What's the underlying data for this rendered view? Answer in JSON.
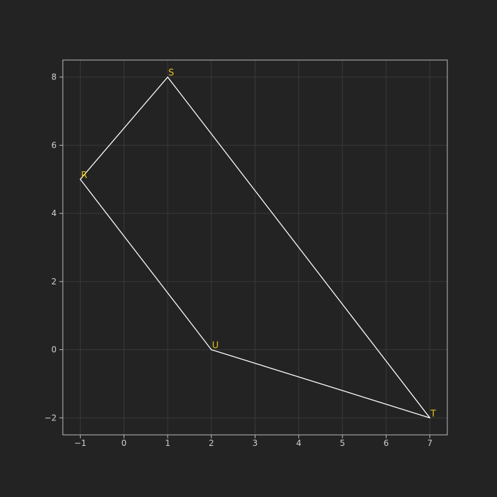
{
  "chart_data": {
    "type": "line",
    "title": "",
    "xlabel": "",
    "ylabel": "",
    "xlim": [
      -1.4,
      7.4
    ],
    "ylim": [
      -2.5,
      8.5
    ],
    "x_ticks": [
      -1,
      0,
      1,
      2,
      3,
      4,
      5,
      6,
      7
    ],
    "y_ticks": [
      -2,
      0,
      2,
      4,
      6,
      8
    ],
    "x_tick_labels": [
      "−1",
      "0",
      "1",
      "2",
      "3",
      "4",
      "5",
      "6",
      "7"
    ],
    "y_tick_labels": [
      "−2",
      "0",
      "2",
      "4",
      "6",
      "8"
    ],
    "grid": true,
    "polygon": {
      "closed": true,
      "points": [
        {
          "label": "R",
          "x": -1,
          "y": 5
        },
        {
          "label": "S",
          "x": 1,
          "y": 8
        },
        {
          "label": "T",
          "x": 7,
          "y": -2
        },
        {
          "label": "U",
          "x": 2,
          "y": 0
        }
      ]
    },
    "colors": {
      "background": "#232323",
      "frame": "#bdbdbd",
      "grid": "#3a3a3a",
      "line": "#ffffff",
      "label": "#e6c21a",
      "tick": "#cfcfcf"
    }
  }
}
